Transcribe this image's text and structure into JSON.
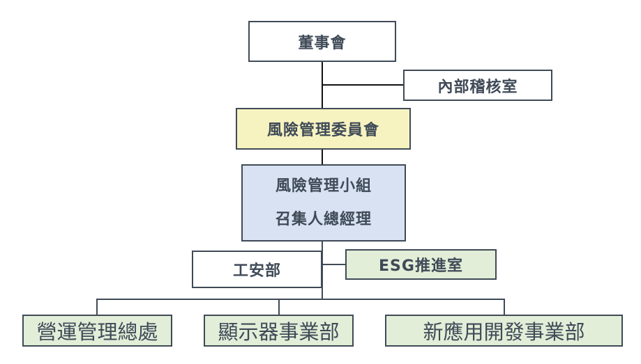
{
  "diagram": {
    "title": "Risk management organization chart",
    "colors": {
      "border": "#3f4a57",
      "text": "#3f4a57",
      "committee_fill": "#f7f3c0",
      "team_fill": "#d9e2f2",
      "unit_fill": "#e2eed8",
      "plain_fill": "#ffffff"
    },
    "nodes": {
      "board": {
        "label": "董事會"
      },
      "internal_audit": {
        "label": "內部稽核室"
      },
      "risk_committee": {
        "label": "風險管理委員會"
      },
      "risk_team": {
        "line1": "風險管理小組",
        "line2": "召集人總經理"
      },
      "safety_dept": {
        "label": "工安部"
      },
      "esg_office": {
        "label": "ESG推進室"
      },
      "business_units": [
        {
          "label": "營運管理總處"
        },
        {
          "label": "顯示器事業部"
        },
        {
          "label": "新應用開發事業部"
        }
      ]
    }
  }
}
